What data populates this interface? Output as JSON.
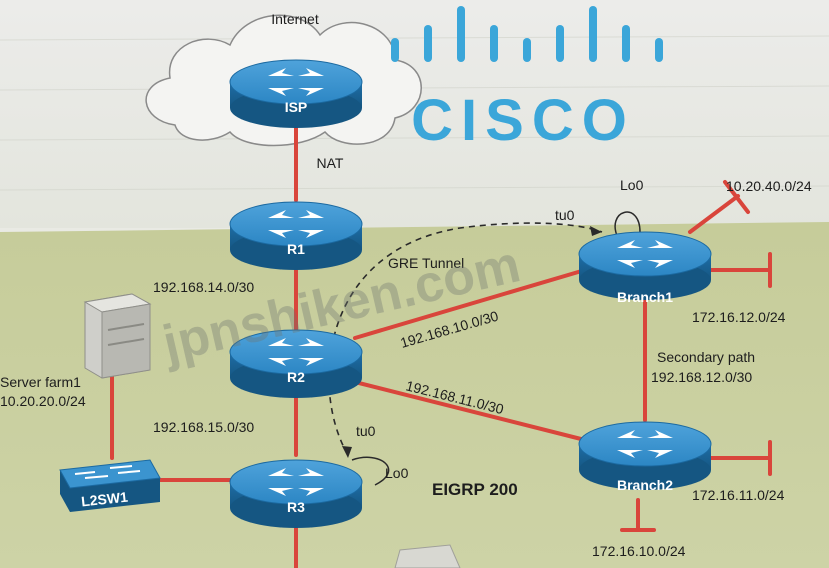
{
  "logo": {
    "text": "CISCO"
  },
  "watermark": {
    "text": "jpnshiken.com"
  },
  "cloud": {
    "label": "Internet"
  },
  "devices": {
    "isp": {
      "label": "ISP"
    },
    "r1": {
      "label": "R1"
    },
    "r2": {
      "label": "R2"
    },
    "r3": {
      "label": "R3"
    },
    "branch1": {
      "label": "Branch1"
    },
    "branch2": {
      "label": "Branch2"
    },
    "l2sw1": {
      "label": "L2SW1"
    }
  },
  "labels": {
    "nat": "NAT",
    "gre_tunnel": "GRE Tunnel",
    "net_r1_r2": "192.168.14.0/30",
    "net_r2_r3": "192.168.15.0/30",
    "net_r2_branch1": "192.168.10.0/30",
    "net_r2_branch2": "192.168.11.0/30",
    "secondary_path_title": "Secondary path",
    "secondary_path_net": "192.168.12.0/30",
    "server_farm_title": "Server farm1",
    "server_farm_net": "10.20.20.0/24",
    "branch1_lan_a": "10.20.40.0/24",
    "branch1_lan_b": "172.16.12.0/24",
    "branch2_lan_a": "172.16.11.0/24",
    "branch2_lan_b": "172.16.10.0/24",
    "tu0_branch1": "tu0",
    "tu0_r3": "tu0",
    "lo0_branch1": "Lo0",
    "lo0_r3": "Lo0",
    "eigrp": "EIGRP 200"
  },
  "colors": {
    "link": "#d9453b",
    "router": "#2a7fb9",
    "logo": "#3ba6d9",
    "upper_bg": "#e9eae4",
    "lower_bg": "#c7cd9e"
  }
}
